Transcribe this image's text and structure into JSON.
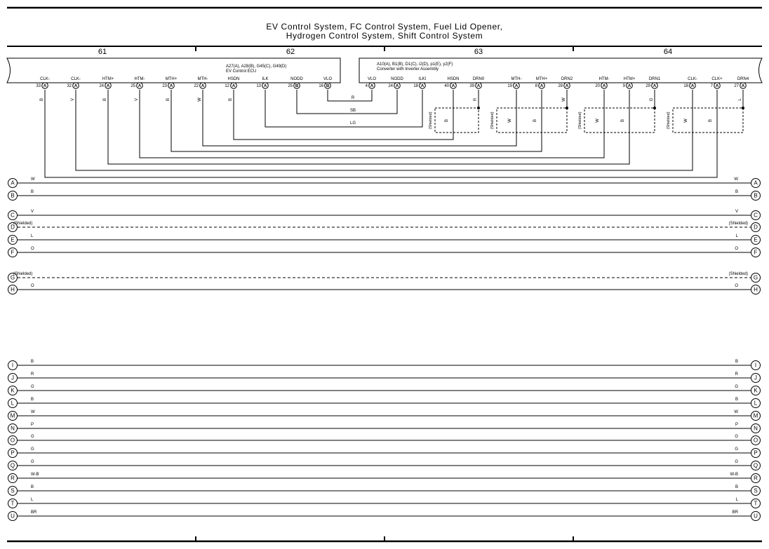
{
  "title": {
    "line1": "EV Control System,  FC Control System,  Fuel Lid Opener,",
    "line2": "Hydrogen Control System,  Shift Control System"
  },
  "sections": [
    "61",
    "62",
    "63",
    "64"
  ],
  "components": {
    "left": {
      "codes": "A27(A), A28(B), G45(C), G49(D)",
      "name": "EV Control ECU"
    },
    "right": {
      "codes": "A10(A), B1(B), D1(C), i2(D), p1(E), y2(F)",
      "name": "Converter with Inverter Assembly"
    }
  },
  "shielded_label": "(Shielded)",
  "left_pins": [
    {
      "name": "CLK-",
      "num": "33",
      "conn": "A",
      "wire": "B"
    },
    {
      "name": "CLK-",
      "num": "32",
      "conn": "A",
      "wire": "V"
    },
    {
      "name": "HTM+",
      "num": "24",
      "conn": "A",
      "wire": "B"
    },
    {
      "name": "HTM-",
      "num": "25",
      "conn": "A",
      "wire": "V"
    },
    {
      "name": "MTH+",
      "num": "23",
      "conn": "A",
      "wire": "B"
    },
    {
      "name": "MTH-",
      "num": "22",
      "conn": "A",
      "wire": "W"
    },
    {
      "name": "HSDN",
      "num": "12",
      "conn": "A",
      "wire": "B"
    },
    {
      "name": "ILK",
      "num": "13",
      "conn": "A",
      "wire": ""
    },
    {
      "name": "NODD",
      "num": "25",
      "conn": "B",
      "wire": ""
    },
    {
      "name": "VLO",
      "num": "16",
      "conn": "B",
      "wire": ""
    }
  ],
  "right_pins": [
    {
      "name": "VLO",
      "num": "4",
      "conn": "A",
      "wire": ""
    },
    {
      "name": "NODD",
      "num": "24",
      "conn": "A",
      "wire": ""
    },
    {
      "name": "ILKI",
      "num": "18",
      "conn": "A",
      "wire": ""
    },
    {
      "name": "HSDN",
      "num": "40",
      "conn": "A",
      "wire": ""
    },
    {
      "name": "DRN0",
      "num": "39",
      "conn": "A",
      "wire": "R"
    },
    {
      "name": "MTH-",
      "num": "19",
      "conn": "A",
      "wire": ""
    },
    {
      "name": "MTH+",
      "num": "8",
      "conn": "A",
      "wire": ""
    },
    {
      "name": "DRN2",
      "num": "28",
      "conn": "A",
      "wire": "W"
    },
    {
      "name": "HTM-",
      "num": "20",
      "conn": "A",
      "wire": ""
    },
    {
      "name": "HTM+",
      "num": "9",
      "conn": "A",
      "wire": ""
    },
    {
      "name": "DRN1",
      "num": "29",
      "conn": "A",
      "wire": "G"
    },
    {
      "name": "CLK-",
      "num": "18",
      "conn": "A",
      "wire": ""
    },
    {
      "name": "CLK+",
      "num": "7",
      "conn": "A",
      "wire": ""
    },
    {
      "name": "DRN4",
      "num": "27",
      "conn": "A",
      "wire": "L"
    }
  ],
  "shield_boxes": [
    {
      "wires": [
        "B"
      ]
    },
    {
      "wires": [
        "W",
        "B"
      ]
    },
    {
      "wires": [
        "W",
        "B"
      ]
    },
    {
      "wires": [
        "W",
        "B"
      ]
    }
  ],
  "interconnect_labels": [
    "R",
    "SB",
    "LG"
  ],
  "bus_lines": [
    {
      "letter": "A",
      "left": "W",
      "right": "W",
      "dashed": false
    },
    {
      "letter": "B",
      "left": "B",
      "right": "B",
      "dashed": false
    },
    {
      "letter": "C",
      "left": "V",
      "right": "V",
      "dashed": false
    },
    {
      "letter": "D",
      "left": "(Shielded)",
      "right": "(Shielded)",
      "dashed": true
    },
    {
      "letter": "E",
      "left": "L",
      "right": "L",
      "dashed": false
    },
    {
      "letter": "F",
      "left": "O",
      "right": "O",
      "dashed": false
    },
    {
      "letter": "G",
      "left": "(Shielded)",
      "right": "(Shielded)",
      "dashed": true
    },
    {
      "letter": "H",
      "left": "O",
      "right": "O",
      "dashed": false
    },
    {
      "letter": "I",
      "left": "B",
      "right": "B",
      "dashed": false
    },
    {
      "letter": "J",
      "left": "R",
      "right": "R",
      "dashed": false
    },
    {
      "letter": "K",
      "left": "G",
      "right": "G",
      "dashed": false
    },
    {
      "letter": "L",
      "left": "B",
      "right": "B",
      "dashed": false
    },
    {
      "letter": "M",
      "left": "W",
      "right": "W",
      "dashed": false
    },
    {
      "letter": "N",
      "left": "P",
      "right": "P",
      "dashed": false
    },
    {
      "letter": "O",
      "left": "G",
      "right": "G",
      "dashed": false
    },
    {
      "letter": "P",
      "left": "G",
      "right": "G",
      "dashed": false
    },
    {
      "letter": "Q",
      "left": "G",
      "right": "G",
      "dashed": false
    },
    {
      "letter": "R",
      "left": "W-B",
      "right": "W-B",
      "dashed": false
    },
    {
      "letter": "S",
      "left": "B",
      "right": "B",
      "dashed": false
    },
    {
      "letter": "T",
      "left": "L",
      "right": "L",
      "dashed": false
    },
    {
      "letter": "U",
      "left": "BR",
      "right": "BR",
      "dashed": false
    }
  ]
}
